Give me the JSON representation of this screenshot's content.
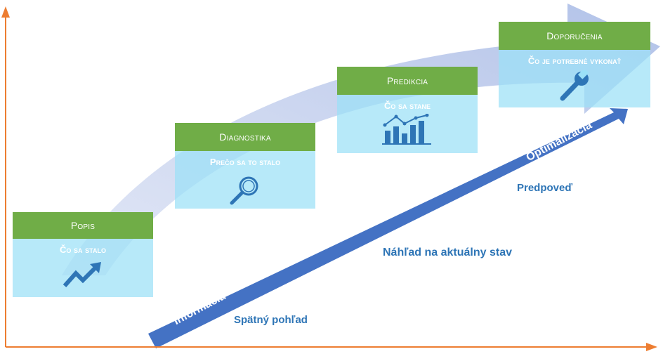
{
  "cards": [
    {
      "title": "Popis",
      "subtitle": "Čo sa stalo",
      "icon": "trend-up-arrow-icon"
    },
    {
      "title": "Diagnostika",
      "subtitle": "Prečo sa to stalo",
      "icon": "magnifier-icon"
    },
    {
      "title": "Predikcia",
      "subtitle": "Čo sa stane",
      "icon": "bar-chart-trend-icon"
    },
    {
      "title": "Doporučenia",
      "subtitle": "Čo je potrebné vykonať",
      "icon": "wrench-icon"
    }
  ],
  "arrow": {
    "start_label": "Informácia",
    "end_label": "Optimalizácia"
  },
  "labels": {
    "hindsight": "Spätný pohľad",
    "insight": "Náhľad na aktuálny stav",
    "foresight": "Predpoveď"
  },
  "colors": {
    "axes": "#ed7d31",
    "card_header": "#70ad47",
    "card_body": "#9be0f7",
    "main_arrow": "#4472c4",
    "curved_arrow": "#b4c3e6",
    "labels": "#2e75b6",
    "icons": "#2e75b6"
  }
}
